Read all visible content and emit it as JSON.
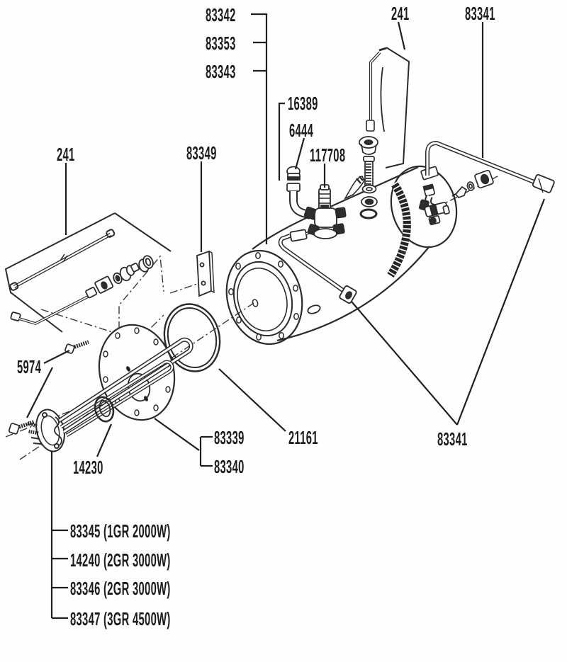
{
  "diagram": {
    "background": "#fefefe",
    "line_color": "#2a2a2a",
    "labels": {
      "tank_outer": "83342",
      "tank_mid": "83353",
      "tank_inner": "83343",
      "gauge_top": "241",
      "pipe_top": "83341",
      "elbow_fitting": "16389",
      "cap_fitting": "6444",
      "safety_valve": "117708",
      "gauge_left": "241",
      "mount_plate": "83349",
      "bolt": "5974",
      "gasket_ring": "14230",
      "cover_a": "83339",
      "cover_b": "83340",
      "oring": "21161",
      "pipe_bottom": "83341",
      "element_opt_1": "83345 (1GR 2000W)",
      "element_opt_2": "14240 (2GR 3000W)",
      "element_opt_3": "83346 (2GR 3000W)",
      "element_opt_4": "83347 (3GR 4500W)"
    }
  }
}
